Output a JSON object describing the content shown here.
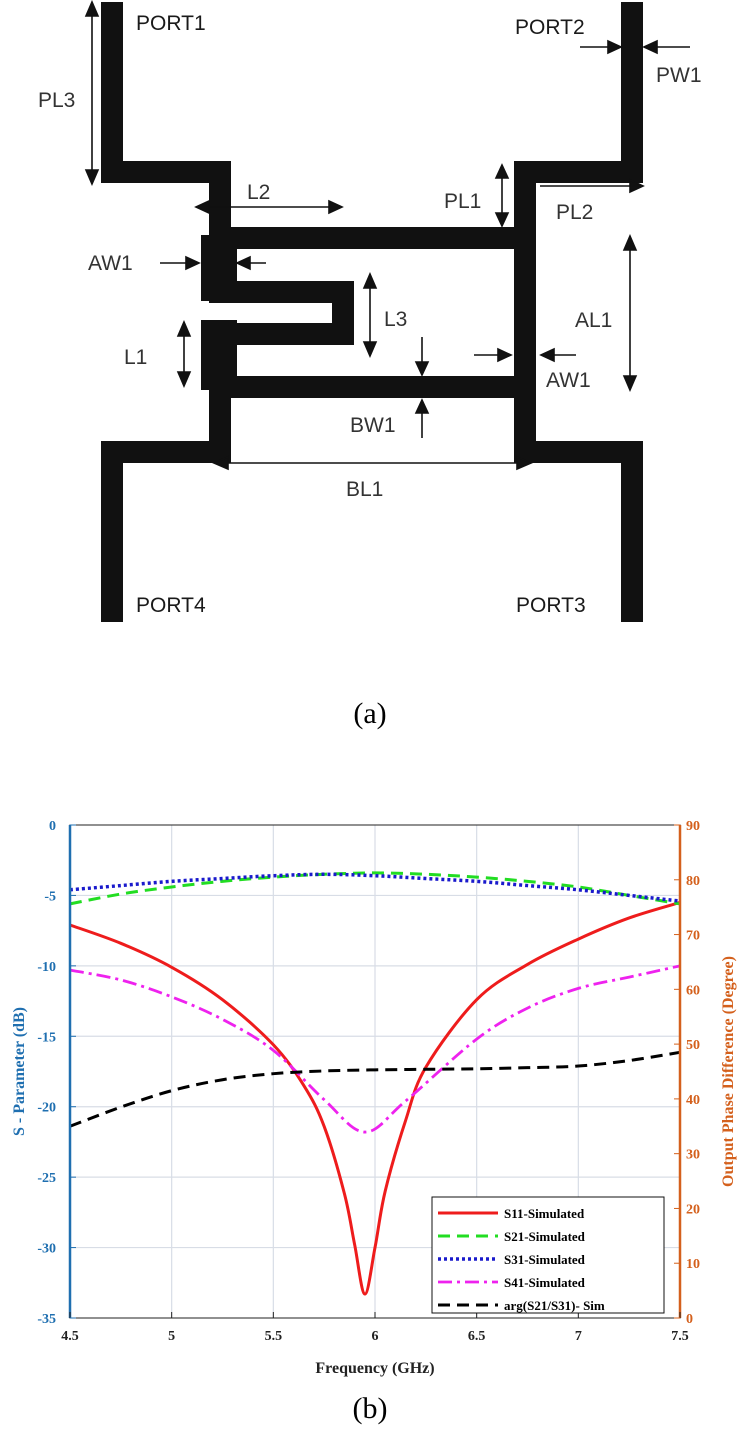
{
  "figure": {
    "caption_a": "(a)",
    "caption_b": "(b)"
  },
  "layout_labels": {
    "port1": "PORT1",
    "port2": "PORT2",
    "port3": "PORT3",
    "port4": "PORT4",
    "pl3": "PL3",
    "pw1": "PW1",
    "l2": "L2",
    "pl1": "PL1",
    "pl2": "PL2",
    "aw1_left": "AW1",
    "aw1_right": "AW1",
    "al1": "AL1",
    "l3": "L3",
    "l1": "L1",
    "bw1": "BW1",
    "bl1": "BL1"
  },
  "colors": {
    "trace": "#111111",
    "left_axis": "#1f6fb0",
    "right_axis": "#d4601c",
    "grid": "#d8dde6"
  },
  "chart_data": {
    "type": "line",
    "xlabel": "Frequency (GHz)",
    "ylabel": "S - Parameter (dB)",
    "y2label": "Output Phase Difference (Degree)",
    "xlim": [
      4.5,
      7.5
    ],
    "ylim": [
      -35,
      0
    ],
    "y2lim": [
      0,
      90
    ],
    "xticks": [
      "4.5",
      "5",
      "5.5",
      "6",
      "6.5",
      "7",
      "7.5"
    ],
    "yticks": [
      "0",
      "-5",
      "-10",
      "-15",
      "-20",
      "-25",
      "-30",
      "-35"
    ],
    "y2ticks": [
      "90",
      "80",
      "70",
      "60",
      "50",
      "40",
      "30",
      "20",
      "10",
      "0"
    ],
    "grid": true,
    "legend_position": "bottom-right",
    "series": [
      {
        "name": "S11-Simulated",
        "axis": "left",
        "color": "#ee1c1c",
        "dash": "solid",
        "x": [
          4.5,
          4.75,
          5.0,
          5.25,
          5.5,
          5.65,
          5.75,
          5.85,
          5.9,
          5.95,
          6.0,
          6.05,
          6.15,
          6.25,
          6.5,
          6.75,
          7.0,
          7.25,
          7.5
        ],
        "y": [
          -7.1,
          -8.4,
          -10.1,
          -12.4,
          -15.6,
          -18.5,
          -21.4,
          -26.2,
          -29.8,
          -33.3,
          -30.0,
          -26.0,
          -21.0,
          -17.2,
          -12.4,
          -9.9,
          -8.1,
          -6.6,
          -5.5
        ]
      },
      {
        "name": "S21-Simulated",
        "axis": "left",
        "color": "#22dd22",
        "dash": "dashed",
        "x": [
          4.5,
          4.75,
          5.0,
          5.25,
          5.5,
          5.75,
          6.0,
          6.25,
          6.5,
          6.75,
          7.0,
          7.25,
          7.5
        ],
        "y": [
          -5.6,
          -4.9,
          -4.4,
          -4.0,
          -3.7,
          -3.5,
          -3.4,
          -3.5,
          -3.7,
          -4.0,
          -4.4,
          -5.0,
          -5.6
        ]
      },
      {
        "name": "S31-Simulated",
        "axis": "left",
        "color": "#1a1acc",
        "dash": "dotted",
        "x": [
          4.5,
          4.75,
          5.0,
          5.25,
          5.5,
          5.75,
          6.0,
          6.25,
          6.5,
          6.75,
          7.0,
          7.25,
          7.5
        ],
        "y": [
          -4.6,
          -4.3,
          -4.0,
          -3.8,
          -3.6,
          -3.5,
          -3.6,
          -3.8,
          -4.0,
          -4.3,
          -4.6,
          -5.0,
          -5.4
        ]
      },
      {
        "name": "S41-Simulated",
        "axis": "left",
        "color": "#ee22ee",
        "dash": "dashdot",
        "x": [
          4.5,
          4.75,
          5.0,
          5.25,
          5.5,
          5.75,
          5.95,
          6.15,
          6.5,
          6.75,
          7.0,
          7.25,
          7.5
        ],
        "y": [
          -10.3,
          -11.0,
          -12.2,
          -13.8,
          -16.0,
          -19.5,
          -21.8,
          -19.6,
          -15.2,
          -13.0,
          -11.6,
          -10.8,
          -10.0
        ]
      },
      {
        "name": "arg(S21/S31)- Sim",
        "axis": "right",
        "color": "#000000",
        "dash": "dashed",
        "x": [
          4.5,
          4.75,
          5.0,
          5.25,
          5.5,
          5.75,
          6.0,
          6.25,
          6.5,
          6.75,
          7.0,
          7.25,
          7.5
        ],
        "y": [
          35.0,
          38.5,
          41.5,
          43.5,
          44.6,
          45.1,
          45.3,
          45.4,
          45.5,
          45.7,
          46.0,
          47.0,
          48.5
        ]
      }
    ]
  }
}
